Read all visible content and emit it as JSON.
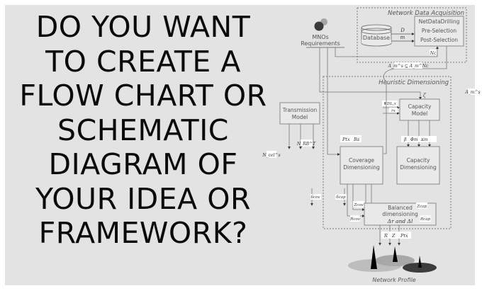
{
  "headline": {
    "lines": [
      "DO YOU WANT",
      "TO CREATE A",
      "FLOW CHART OR",
      "SCHEMATIC",
      "DIAGRAM OF",
      "YOUR IDEA OR",
      "FRAMEWORK?"
    ],
    "color": "#0a0a0a"
  },
  "diagram": {
    "groups": {
      "acquisition": "Network Data Acquisition",
      "heuristic": "Heuristic Dimensioning"
    },
    "nodes": {
      "mnos_line1": "MNOs",
      "mnos_line2": "Requirements",
      "database": "Database",
      "netdata_1": "NetDataDrilling",
      "netdata_2": "Pre-Selection",
      "netdata_3": "Post-Selection",
      "transmission_1": "Transmission",
      "transmission_2": "Model",
      "capacity_model_1": "Capacity",
      "capacity_model_2": "Model",
      "coverage_1": "Coverage",
      "coverage_2": "Dimensioning",
      "capacity_dim_1": "Capacity",
      "capacity_dim_2": "Dimensioning",
      "balanced_1": "Balanced",
      "balanced_2": "dimensioning",
      "balanced_3": "Δr and Δl"
    },
    "edge_labels": {
      "d": "D",
      "m": "m",
      "nc": "Nc",
      "subset": "A_m^s ⊆ A_m^Nc",
      "as_m": "A_m^s",
      "zeta": "ζ",
      "psi": "ΨDL,x",
      "rx": "rx",
      "beta": "β",
      "phi": "Φm",
      "kappa": "κm",
      "ptx": "Ptx",
      "bs": "Bs",
      "nrb": "N_RB^T",
      "ncel": "N_cel^s",
      "dcov": "δcov",
      "dcap": "δcap",
      "zcov": "Zcov",
      "zcap": "Zcap",
      "rcov": "Rcov",
      "rcap": "Rcap",
      "r": "R",
      "z": "Z",
      "ptx_out": "Ptx"
    },
    "footer_label": "Network Profile",
    "colors": {
      "panel": "#e3e3e3",
      "box_stroke": "#8a8a8a",
      "dotted": "#7a7a7a",
      "dark_ellipse": "#3c3c3c",
      "light_ellipse": "#bdbdbd",
      "mid_ellipse": "#a8a8a8"
    }
  }
}
